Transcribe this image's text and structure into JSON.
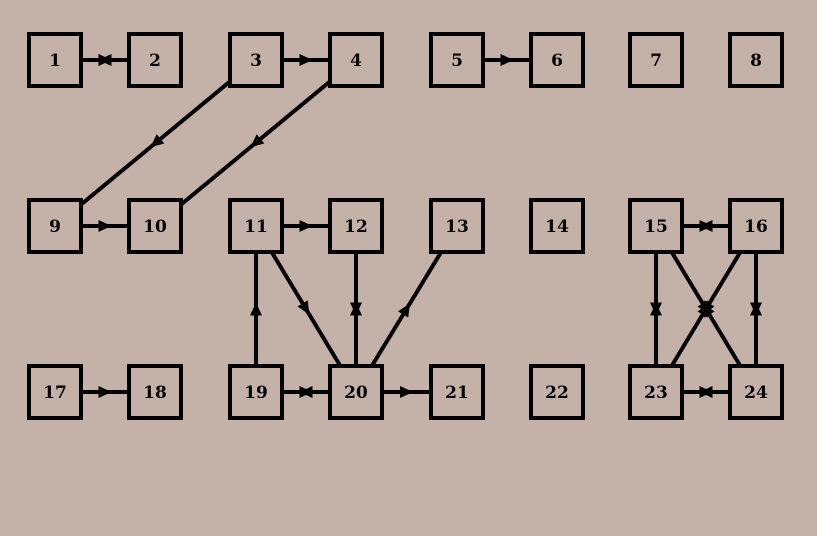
{
  "diagram": {
    "nodes": [
      {
        "id": "1",
        "label": "1"
      },
      {
        "id": "2",
        "label": "2"
      },
      {
        "id": "3",
        "label": "3"
      },
      {
        "id": "4",
        "label": "4"
      },
      {
        "id": "5",
        "label": "5"
      },
      {
        "id": "6",
        "label": "6"
      },
      {
        "id": "7",
        "label": "7"
      },
      {
        "id": "8",
        "label": "8"
      },
      {
        "id": "9",
        "label": "9"
      },
      {
        "id": "10",
        "label": "10"
      },
      {
        "id": "11",
        "label": "11"
      },
      {
        "id": "12",
        "label": "12"
      },
      {
        "id": "13",
        "label": "13"
      },
      {
        "id": "14",
        "label": "14"
      },
      {
        "id": "15",
        "label": "15"
      },
      {
        "id": "16",
        "label": "16"
      },
      {
        "id": "17",
        "label": "17"
      },
      {
        "id": "18",
        "label": "18"
      },
      {
        "id": "19",
        "label": "19"
      },
      {
        "id": "20",
        "label": "20"
      },
      {
        "id": "21",
        "label": "21"
      },
      {
        "id": "22",
        "label": "22"
      },
      {
        "id": "23",
        "label": "23"
      },
      {
        "id": "24",
        "label": "24"
      }
    ],
    "edges": [
      {
        "from": "1",
        "to": "2",
        "type": "double"
      },
      {
        "from": "3",
        "to": "4",
        "type": "single"
      },
      {
        "from": "5",
        "to": "6",
        "type": "single"
      },
      {
        "from": "3",
        "to": "9",
        "type": "single"
      },
      {
        "from": "4",
        "to": "10",
        "type": "single"
      },
      {
        "from": "9",
        "to": "10",
        "type": "single"
      },
      {
        "from": "11",
        "to": "12",
        "type": "single"
      },
      {
        "from": "15",
        "to": "16",
        "type": "double"
      },
      {
        "from": "19",
        "to": "11",
        "type": "single"
      },
      {
        "from": "11",
        "to": "20",
        "type": "single"
      },
      {
        "from": "12",
        "to": "20",
        "type": "double"
      },
      {
        "from": "20",
        "to": "13",
        "type": "single"
      },
      {
        "from": "17",
        "to": "18",
        "type": "single"
      },
      {
        "from": "19",
        "to": "20",
        "type": "double"
      },
      {
        "from": "20",
        "to": "21",
        "type": "single"
      },
      {
        "from": "15",
        "to": "23",
        "type": "double"
      },
      {
        "from": "15",
        "to": "24",
        "type": "double"
      },
      {
        "from": "16",
        "to": "23",
        "type": "double"
      },
      {
        "from": "16",
        "to": "24",
        "type": "double"
      },
      {
        "from": "23",
        "to": "24",
        "type": "double"
      }
    ],
    "colors": {
      "background": "#c4b1a8",
      "stroke": "#000000"
    }
  }
}
